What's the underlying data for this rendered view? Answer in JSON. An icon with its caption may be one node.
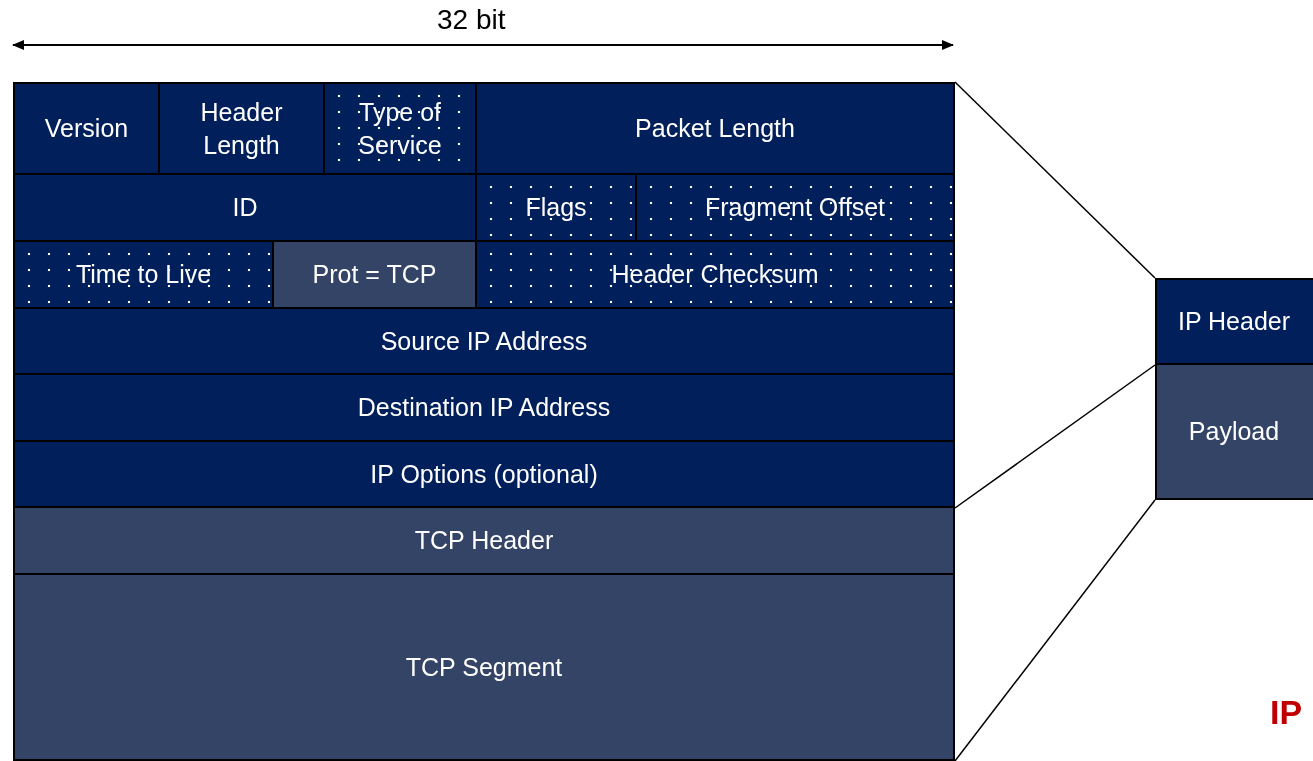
{
  "diagram": {
    "nodes": [
      {
        "text": [
          "Version"
        ]
      },
      {
        "text": [
          "Header Length"
        ]
      },
      {
        "text": [
          "Type of Service"
        ]
      },
      {
        "text": [
          "Packet Length"
        ]
      },
      {
        "text": [
          "ID"
        ]
      },
      {
        "text": [
          "Flags"
        ]
      },
      {
        "text": [
          "Fragment Offset"
        ]
      },
      {
        "text": [
          "Time to Live"
        ]
      },
      {
        "text": [
          "Prot = TCP"
        ]
      },
      {
        "text": [
          "Header Checksum"
        ]
      },
      {
        "text": [
          "Source IP Address"
        ]
      },
      {
        "text": [
          "Destination IP Address"
        ]
      },
      {
        "text": [
          "IP Options (optional)"
        ]
      },
      {
        "text": [
          "TCP Header"
        ]
      },
      {
        "text": [
          "TCP Segment"
        ]
      },
      {
        "text": [
          "IP Header"
        ]
      },
      {
        "text": [
          "Payload"
        ]
      }
    ],
    "edges": [
      {
        "from": 3,
        "to": 15,
        "arrow": "none"
      },
      {
        "from": 12,
        "to": 15,
        "arrow": "none"
      },
      {
        "from": 14,
        "to": 16,
        "arrow": "none"
      }
    ],
    "labels": [
      "32 bit",
      "IP"
    ]
  }
}
